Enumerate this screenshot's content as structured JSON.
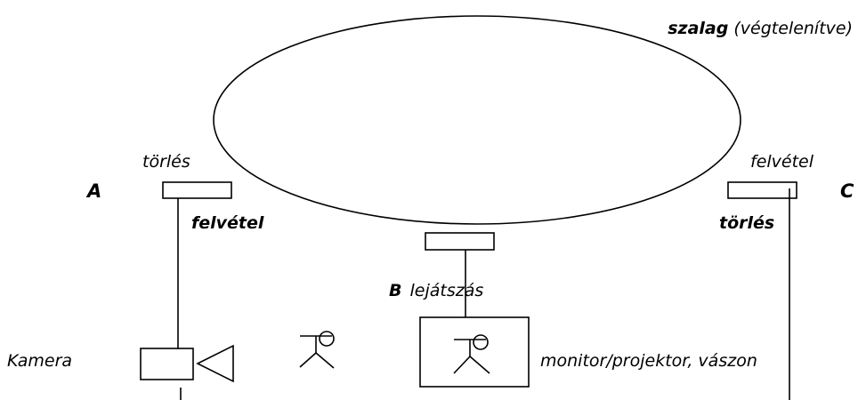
{
  "diagram": {
    "tape_label": {
      "bold": "szalag",
      "normal": " (végtelenítve)"
    },
    "head_a": {
      "letter": "A",
      "top_label": "törlés",
      "bottom_label": "felvétel"
    },
    "head_b": {
      "letter": "B",
      "label": "lejátszás"
    },
    "head_c": {
      "letter": "C",
      "top_label": "felvétel",
      "bottom_label": "törlés"
    },
    "camera_label": "Kamera",
    "monitor_label": "monitor/projektor, vászon"
  }
}
